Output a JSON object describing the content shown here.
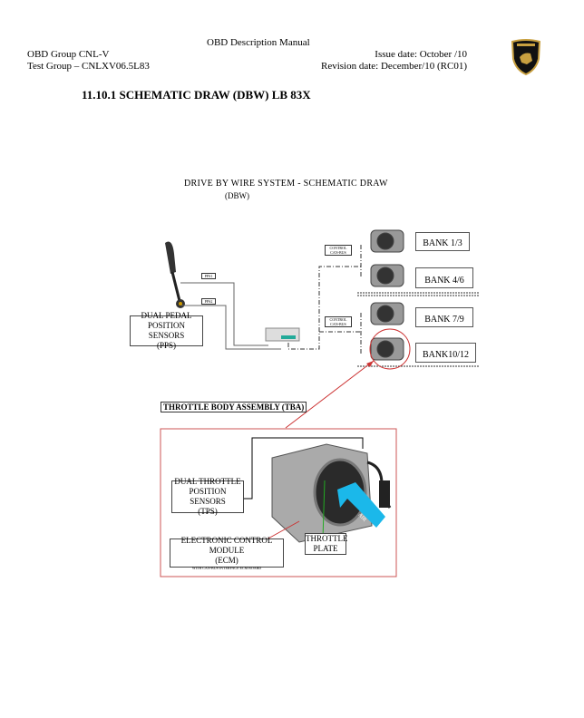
{
  "header": {
    "manual_title": "OBD Description Manual",
    "obd_group": "OBD Group CNL-V",
    "test_group": "Test Group  – CNLXV06.5L83",
    "issue_date": "Issue date: October /10",
    "revision_date": "Revision date: December/10 (RC01)",
    "logo_text": "LAMBORGHINI"
  },
  "section_title": "11.10.1 SCHEMATIC DRAW (DBW) LB 83X",
  "diagram": {
    "title": "DRIVE BY WIRE SYSTEM  -  SCHEMATIC DRAW",
    "subtitle": "(DBW)",
    "pps_label": [
      "DUAL PEDAL",
      "POSITION SENSORS",
      "(PPS)"
    ],
    "wire_labels": [
      "PPS1",
      "PPS2"
    ],
    "can_labels": [
      "CONTROL CAN-BUS",
      "CONTROL CAN-BUS"
    ],
    "banks": [
      "BANK 1/3",
      "BANK 4/6",
      "BANK 7/9",
      "BANK10/12"
    ],
    "tba_label": "THROTTLE BODY ASSEMBLY (TBA)",
    "tps_label": [
      "DUAL THROTTLE",
      "POSITION SENSORS",
      "(TPS)"
    ],
    "ecm_label": [
      "ELECTRONIC CONTROL MODULE",
      "(ECM)",
      "WITH CAN-BUS INTERFACE ECM BOARD"
    ],
    "throttle_plate_label": [
      "THROTTLE",
      "PLATE"
    ],
    "air_label": "AIR"
  }
}
